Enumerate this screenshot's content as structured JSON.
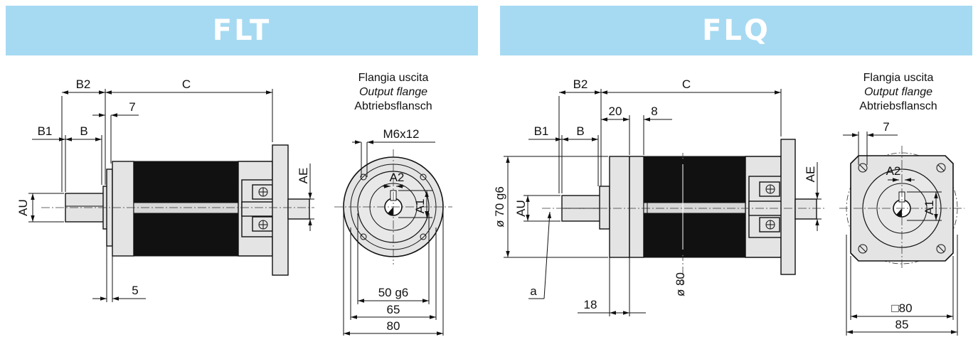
{
  "banners": {
    "left": "FLT",
    "right": "FLQ"
  },
  "flt": {
    "caption": {
      "it": "Flangia uscita",
      "en": "Output flange",
      "de": "Abtriebsflansch"
    },
    "labels": {
      "b2": "B2",
      "c": "C",
      "seven": "7",
      "b1": "B1",
      "b": "B",
      "au": "AU",
      "ae": "AE",
      "five": "5",
      "m6x12": "M6x12",
      "a2": "A2",
      "a1": "A1",
      "d50": "50 g6",
      "d65": "65",
      "d80": "80"
    }
  },
  "flq": {
    "caption": {
      "it": "Flangia uscita",
      "en": "Output flange",
      "de": "Abtriebsflansch"
    },
    "labels": {
      "b2": "B2",
      "c": "C",
      "twenty": "20",
      "eight": "8",
      "b1": "B1",
      "b": "B",
      "d70": "ø 70 g6",
      "au": "AU",
      "ae": "AE",
      "a": "a",
      "eighteen": "18",
      "d80": "ø 80",
      "seven": "7",
      "a2": "A2",
      "a1": "A1",
      "sq80": "□80",
      "d85": "85"
    }
  }
}
